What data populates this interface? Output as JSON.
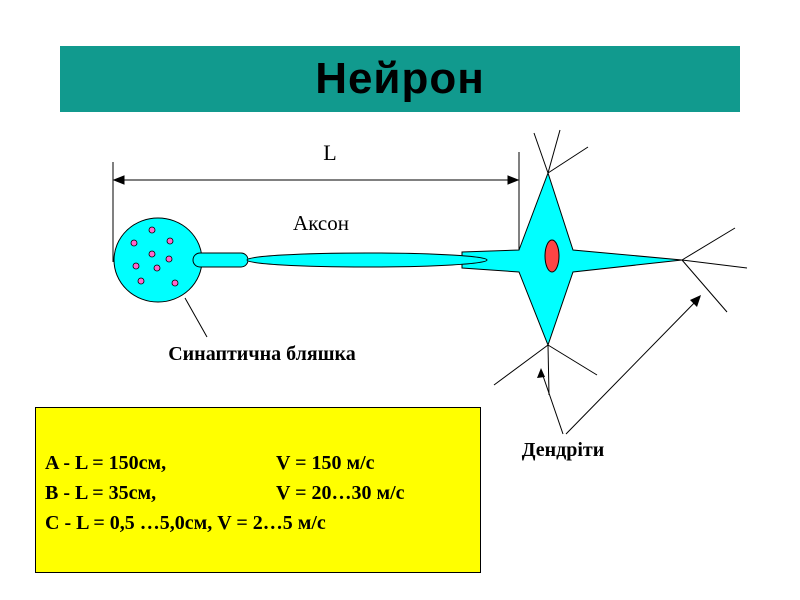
{
  "title": "Нейрон",
  "labels": {
    "length": "L",
    "axon": "Аксон",
    "synaptic_plaque": "Синаптична бляшка",
    "dendrites": "Дендріти"
  },
  "info_box": {
    "lines": [
      {
        "left": "A - L = 150см,",
        "right": "V = 150 м/с"
      },
      {
        "left": "B -  L = 35см,",
        "right": "V = 20…30 м/с"
      },
      {
        "left": "C -  L = 0,5 …5,0см, V = 2…5 м/с",
        "right": ""
      }
    ]
  },
  "colors": {
    "title_bar": "#119a8e",
    "neuron_fill": "#00ffff",
    "nucleus": "#ff4444",
    "vesicles": "#ff66cc",
    "info_box": "#ffff00"
  }
}
